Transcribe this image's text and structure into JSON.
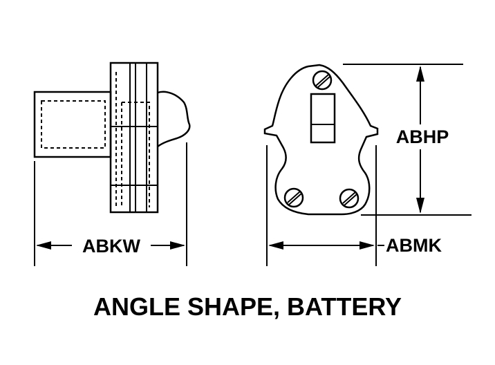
{
  "title": "ANGLE SHAPE, BATTERY",
  "dimensions": {
    "width_label": "ABKW",
    "depth_label": "ABMK",
    "height_label": "ABHP"
  }
}
